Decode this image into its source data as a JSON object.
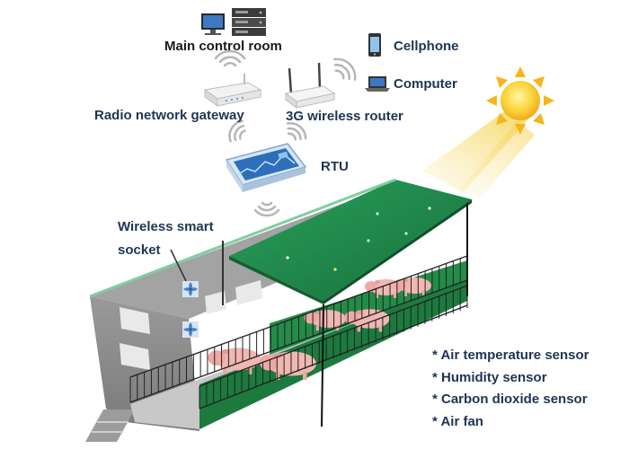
{
  "labels": {
    "main_control_room": "Main control room",
    "cellphone": "Cellphone",
    "computer": "Computer",
    "radio_network_gateway": "Radio network gateway",
    "wireless_router": "3G wireless router",
    "rtu": "RTU",
    "smart_socket_line1": "Wireless smart",
    "smart_socket_line2": "socket"
  },
  "sensors": [
    "* Air temperature sensor",
    "* Humidity sensor",
    "* Carbon dioxide sensor",
    "* Air fan"
  ],
  "colors": {
    "roof_green": "#1f8a4c",
    "floor_green": "#1c7a3e",
    "wall_gray": "#8d8d8d",
    "wall_dark": "#6f6f6f",
    "sun_yellow": "#f7c51b",
    "sensor_label_navy": "#1d3553",
    "pig_pink": "#f1b7b2",
    "fan_blue": "#4f86c6"
  },
  "icons": [
    "server-icon",
    "monitor-icon",
    "cellphone-icon",
    "laptop-icon",
    "gateway-icon",
    "router-icon",
    "rtu-device-icon",
    "sun-icon",
    "wifi-signal-icon",
    "fan-icon",
    "pig-icon"
  ]
}
